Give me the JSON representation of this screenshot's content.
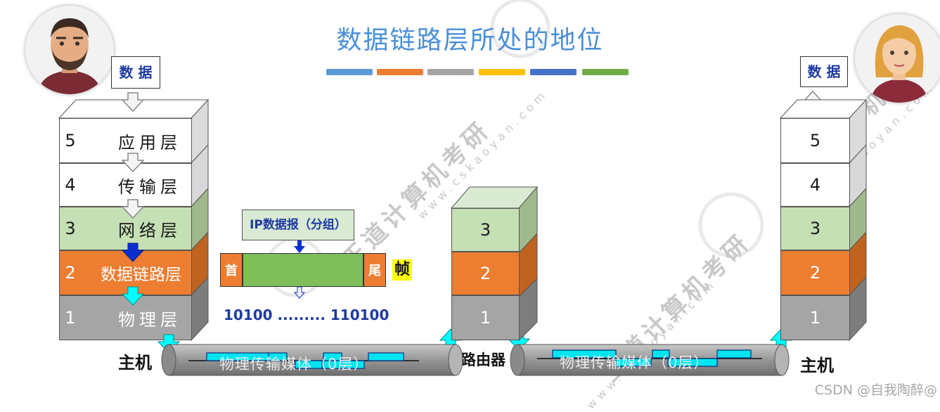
{
  "title": "数据链路层所处的地位",
  "title_bar_colors": [
    "#5b9bd5",
    "#ed7d31",
    "#a5a5a5",
    "#ffc000",
    "#4472c4",
    "#70ad47"
  ],
  "left_host": {
    "data_label": "数 据",
    "layers": [
      {
        "num": "5",
        "name": "应用层"
      },
      {
        "num": "4",
        "name": "传输层"
      },
      {
        "num": "3",
        "name": "网络层"
      },
      {
        "num": "2",
        "name": "数据链路层"
      },
      {
        "num": "1",
        "name": "物理层"
      }
    ],
    "label": "主机"
  },
  "frame": {
    "packet_label": "IP数据报（分组）",
    "head_label": "首",
    "tail_label": "尾",
    "frame_label": "帧",
    "bits": "10100 ......... 110100"
  },
  "router": {
    "layers": [
      "3",
      "2",
      "1"
    ],
    "label": "路由器"
  },
  "right_host": {
    "data_label": "数 据",
    "layers": [
      "5",
      "4",
      "3",
      "2",
      "1"
    ],
    "label": "主机"
  },
  "media": {
    "left": "物理传输媒体（0层）",
    "right": "物理传输媒体（0层）"
  },
  "watermark": {
    "brand": "王道计算机考研",
    "url": "www.cskaoyan.com",
    "csdn": "CSDN @自我陶醉@"
  },
  "colors": {
    "layer_white": "#ffffff",
    "layer_green": "#c5e0b4",
    "layer_orange": "#ed7d31",
    "layer_gray": "#a5a5a5",
    "arrow_cyan": "#00ffff",
    "arrow_navy": "#0a2fd0",
    "frame_green": "#7fbf5a",
    "frame_label_bg": "#ffff00",
    "text_blue": "#1f3aa0"
  }
}
